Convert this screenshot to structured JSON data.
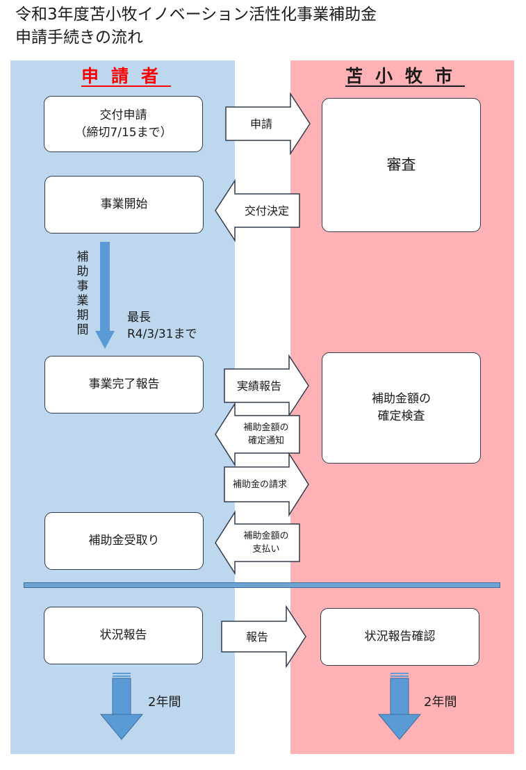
{
  "title": {
    "line1": "令和3年度苫小牧イノベーション活性化事業補助金",
    "line2": "申請手続きの流れ"
  },
  "columns": {
    "applicant": "申請者",
    "city": "苫小牧市"
  },
  "applicant_steps": {
    "application_line1": "交付申請",
    "application_line2": "（締切7/15まで）",
    "project_start": "事業開始",
    "completion_report": "事業完了報告",
    "receive_subsidy": "補助金受取り",
    "status_report": "状況報告"
  },
  "city_steps": {
    "review": "審査",
    "final_check_line1": "補助金額の",
    "final_check_line2": "確定検査",
    "status_check": "状況報告確認"
  },
  "arrows": {
    "apply": "申請",
    "grant_decision": "交付決定",
    "results_report": "実績報告",
    "amount_notice_line1": "補助金額の",
    "amount_notice_line2": "確定通知",
    "subsidy_claim": "補助金の請求",
    "payment_line1": "補助金額の",
    "payment_line2": "支払い",
    "report": "報告"
  },
  "period": {
    "vertical_chars": [
      "補",
      "助",
      "事",
      "業",
      "期",
      "間"
    ],
    "max_line1": "最長",
    "max_line2": "R4/3/31まで"
  },
  "duration": {
    "left": "2年間",
    "right": "2年間"
  },
  "colors": {
    "applicant_bg": "#bdd7ee",
    "city_bg": "#ffb2b5",
    "applicant_header": "#ff0000",
    "blue_arrow": "#5b9bd5"
  }
}
